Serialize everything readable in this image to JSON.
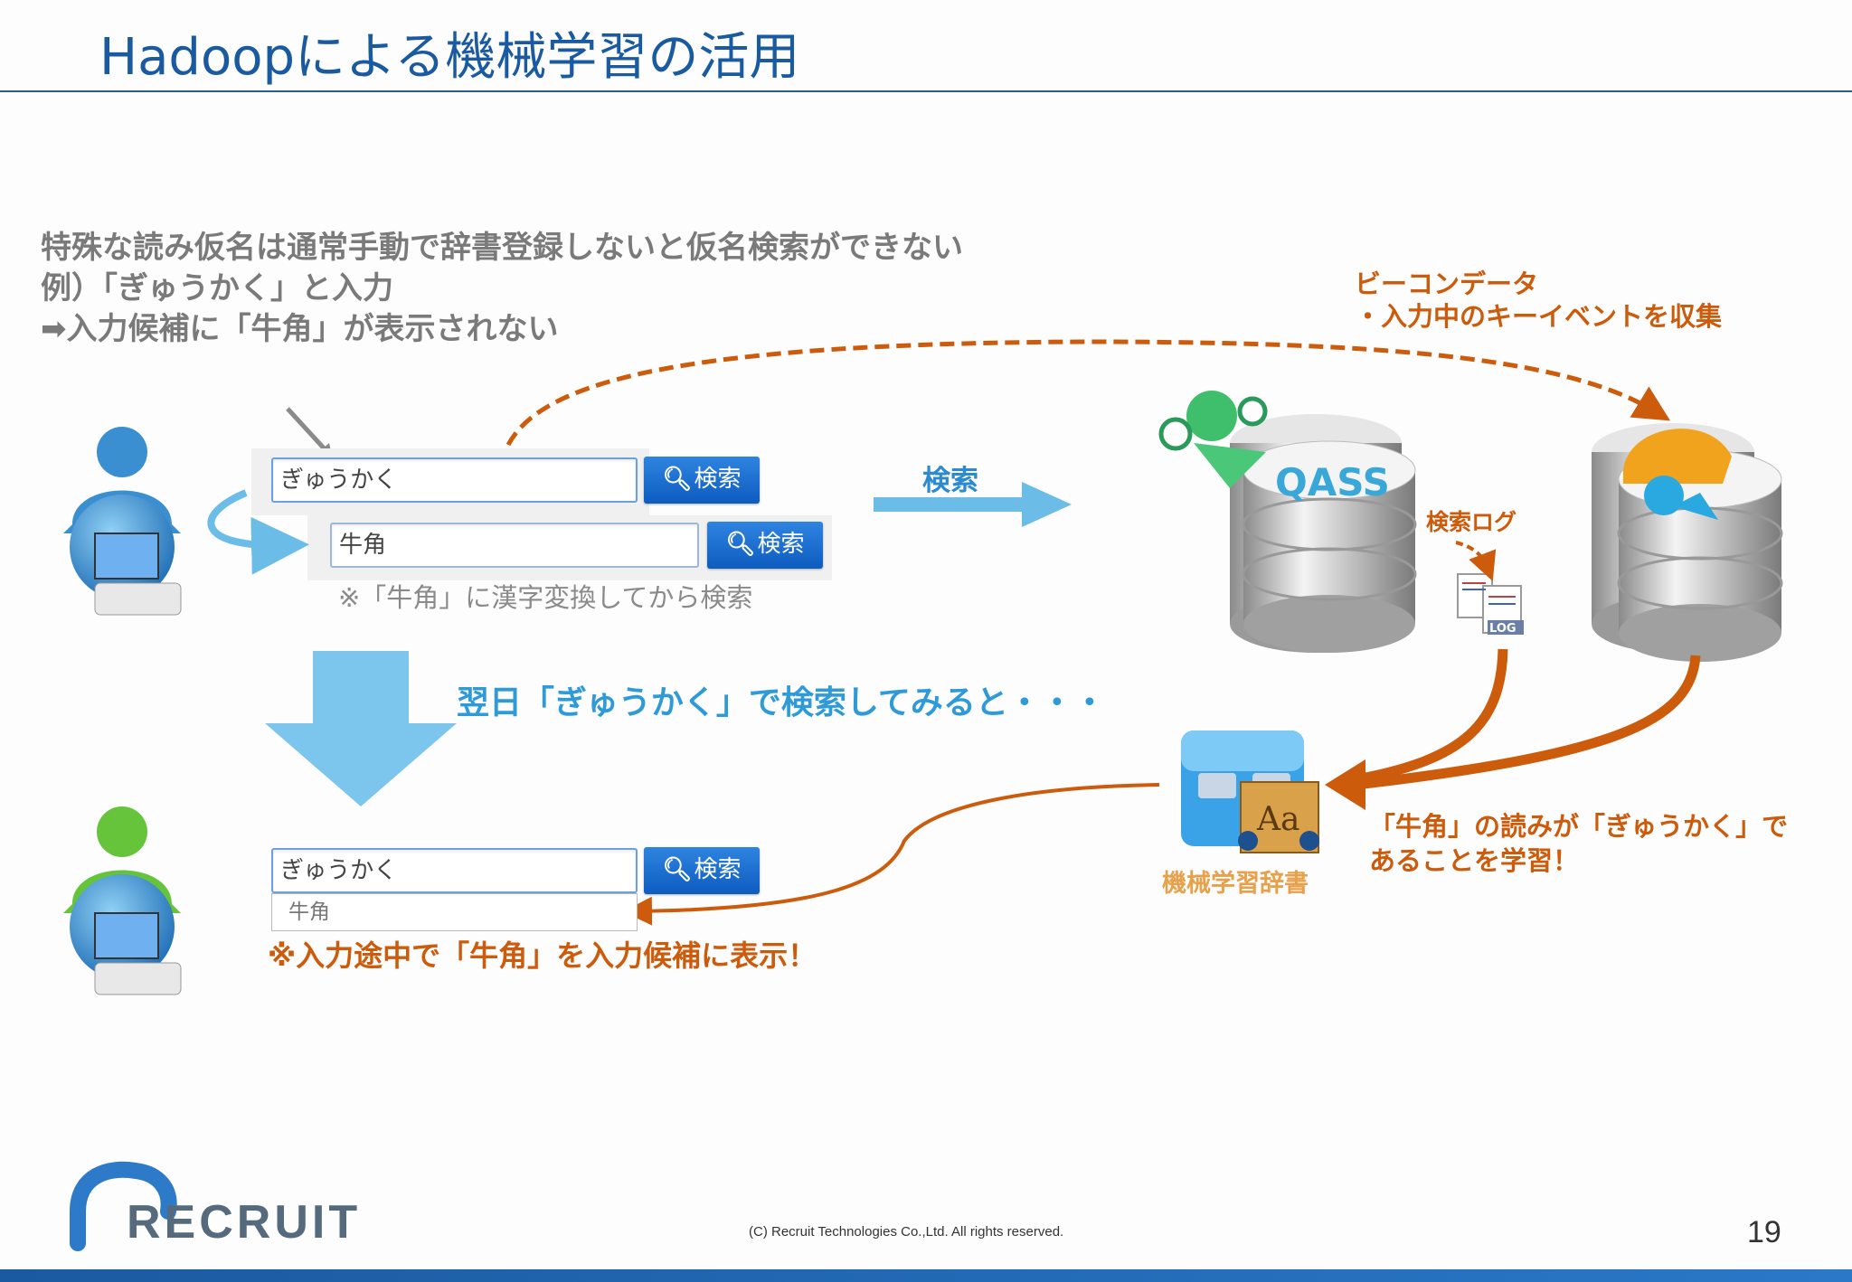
{
  "slide": {
    "title": "Hadoopによる機械学習の活用",
    "intro": [
      "特殊な読み仮名は通常手動で辞書登録しないと仮名検索ができない",
      "例）「ぎゅうかく」と入力",
      "➡入力候補に「牛角」が表示されない"
    ],
    "beacon_lines": [
      "ビーコンデータ",
      "・入力中のキーイベントを収集"
    ],
    "search_top": {
      "value": "ぎゅうかく",
      "button": "検索"
    },
    "search_mid": {
      "value": "牛角",
      "button": "検索"
    },
    "mid_note": "※「牛角」に漢字変換してから検索",
    "search_arrow_label": "検索",
    "qass_logo": "QASS",
    "log_label": "検索ログ",
    "log_icon_text": "LOG",
    "next_day": "翌日「ぎゅうかく」で検索してみると・・・",
    "learn_lines": [
      "「牛角」の読みが「ぎゅうかく」で",
      "あることを学習！"
    ],
    "dict_label": "機械学習辞書",
    "dict_icon_text": "Aa",
    "search_bottom": {
      "value": "ぎゅうかく",
      "button": "検索",
      "suggestion": "牛角"
    },
    "suggest_note": "※入力途中で「牛角」を入力候補に表示！",
    "logo": "RECRUIT",
    "copyright": "(C) Recruit Technologies Co.,Ltd. All rights reserved.",
    "page_number": "19"
  },
  "colors": {
    "title": "#1a5aa0",
    "accent_orange": "#cc5b0c",
    "accent_blue": "#2e9ad8",
    "search_button": "#0d5cc0"
  },
  "icons": [
    "user-computer-icon",
    "database-icon",
    "log-file-icon",
    "dictionary-icon",
    "search-icon",
    "pointer-arrow-icon"
  ]
}
